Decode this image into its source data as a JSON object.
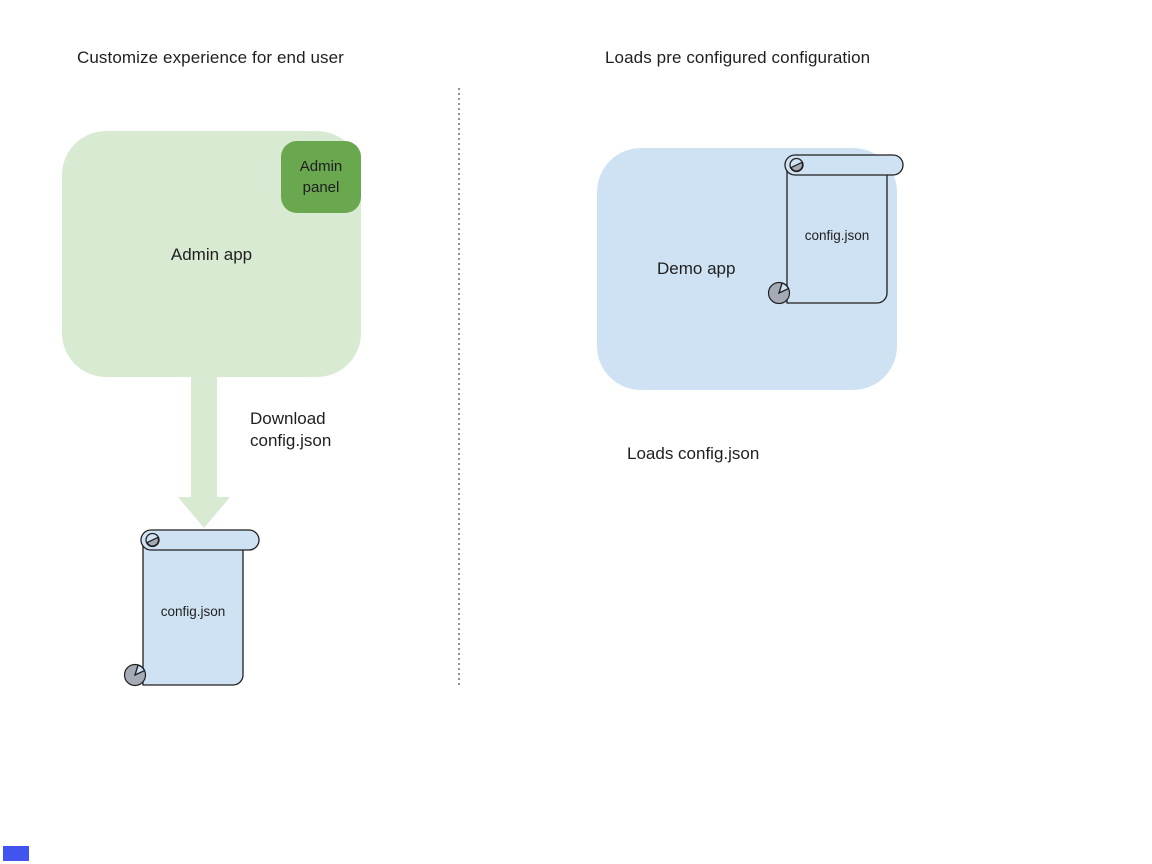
{
  "colors": {
    "light_green": "#d9ead3",
    "green": "#6aa84f",
    "light_blue": "#cfe2f3",
    "curl_gray": "#a5abb4",
    "ink": "#1f1f1f",
    "divider_gray": "#8f9399",
    "marker_blue": "#4154ee"
  },
  "left": {
    "title": "Customize experience for end user",
    "admin_app_label": "Admin app",
    "admin_panel_label": "Admin panel",
    "arrow_label": "Download config.json",
    "config_file_label": "config.json"
  },
  "right": {
    "title": "Loads pre configured configuration",
    "demo_app_label": "Demo app",
    "config_file_label": "config.json",
    "caption": "Loads config.json"
  }
}
